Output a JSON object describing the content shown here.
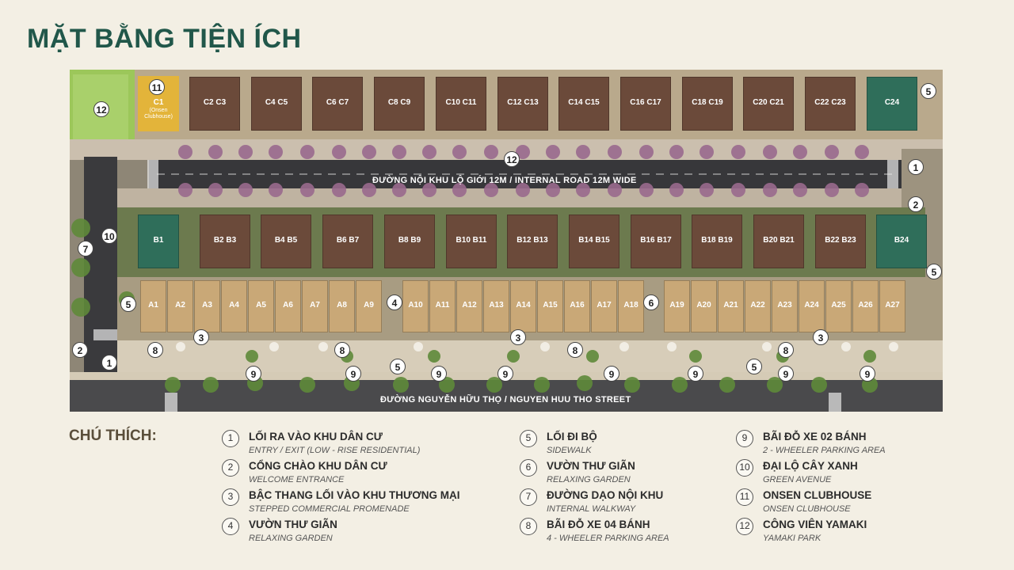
{
  "title": "MẶT BẰNG TIỆN ÍCH",
  "map": {
    "road_internal": "ĐƯỜNG NỘI KHU LỘ GIỚI 12M / INTERNAL ROAD 12M WIDE",
    "road_street": "ĐƯỜNG NGUYỄN HỮU THỌ / NGUYEN HUU THO STREET",
    "clubhouse_label": "C1",
    "clubhouse_sub": "(Onsen Clubhouse)",
    "row_c": [
      "C2  C3",
      "C4  C5",
      "C6  C7",
      "C8  C9",
      "C10  C11",
      "C12  C13",
      "C14  C15",
      "C16  C17",
      "C18  C19",
      "C20  C21",
      "C22  C23",
      "C24"
    ],
    "row_b": [
      "B1",
      "B2  B3",
      "B4  B5",
      "B6  B7",
      "B8  B9",
      "B10  B11",
      "B12  B13",
      "B14  B15",
      "B16  B17",
      "B18  B19",
      "B20  B21",
      "B22  B23",
      "B24"
    ],
    "row_a": [
      "A1",
      "A2",
      "A3",
      "A4",
      "A5",
      "A6",
      "A7",
      "A8",
      "A9",
      "A10",
      "A11",
      "A12",
      "A13",
      "A14",
      "A15",
      "A16",
      "A17",
      "A18",
      "A19",
      "A20",
      "A21",
      "A22",
      "A23",
      "A24",
      "A25",
      "A26",
      "A27"
    ],
    "markers": [
      "11",
      "12",
      "5",
      "12",
      "1",
      "2",
      "10",
      "7",
      "5",
      "4",
      "6",
      "5",
      "3",
      "3",
      "3",
      "8",
      "8",
      "8",
      "8",
      "2",
      "1",
      "9",
      "9",
      "5",
      "9",
      "9",
      "9",
      "9",
      "5",
      "9",
      "9"
    ]
  },
  "legend": {
    "heading": "CHÚ THÍCH:",
    "items": [
      {
        "num": "1",
        "title": "LỐI RA VÀO KHU DÂN CƯ",
        "sub": "ENTRY / EXIT (LOW - RISE RESIDENTIAL)"
      },
      {
        "num": "2",
        "title": "CỔNG CHÀO KHU DÂN CƯ",
        "sub": "WELCOME ENTRANCE"
      },
      {
        "num": "3",
        "title": "BẬC THANG LỐI VÀO KHU THƯƠNG MẠI",
        "sub": "STEPPED COMMERCIAL PROMENADE"
      },
      {
        "num": "4",
        "title": "VƯỜN THƯ GIÃN",
        "sub": "RELAXING GARDEN"
      },
      {
        "num": "5",
        "title": "LỐI ĐI BỘ",
        "sub": "SIDEWALK"
      },
      {
        "num": "6",
        "title": "VƯỜN THƯ GIÃN",
        "sub": "RELAXING GARDEN"
      },
      {
        "num": "7",
        "title": "ĐƯỜNG DẠO NỘI KHU",
        "sub": "INTERNAL WALKWAY"
      },
      {
        "num": "8",
        "title": "BÃI ĐỖ XE 04 BÁNH",
        "sub": "4 - WHEELER PARKING AREA"
      },
      {
        "num": "9",
        "title": "BÃI ĐỖ XE 02 BÁNH",
        "sub": "2 - WHEELER PARKING AREA"
      },
      {
        "num": "10",
        "title": "ĐẠI LỘ CÂY XANH",
        "sub": "GREEN AVENUE"
      },
      {
        "num": "11",
        "title": "ONSEN CLUBHOUSE",
        "sub": "ONSEN CLUBHOUSE"
      },
      {
        "num": "12",
        "title": "CÔNG VIÊN YAMAKI",
        "sub": "YAMAKI PARK"
      }
    ]
  },
  "colors": {
    "title": "#21574a",
    "roof_brown": "#6b4a3a",
    "roof_green": "#2f6e5a",
    "shophouse": "#c9a877",
    "road": "#3b3b3d",
    "park": "#9cc75a",
    "clubhouse": "#e3b43a"
  }
}
